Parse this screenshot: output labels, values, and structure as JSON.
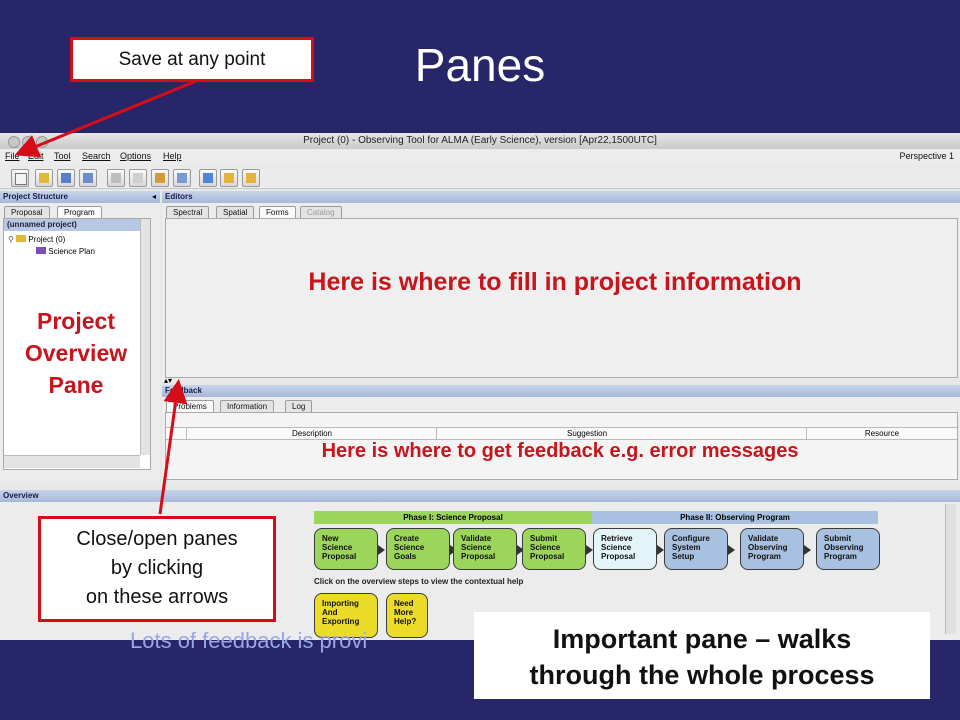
{
  "slide": {
    "title": "Panes",
    "bottom_text": "Lots of feedback is provi"
  },
  "window": {
    "title": "Project (0) - Observing Tool for ALMA (Early Science), version [Apr22,1500UTC]",
    "menu": [
      "File",
      "Edit",
      "Tool",
      "Search",
      "Options",
      "Help"
    ],
    "perspective": "Perspective 1"
  },
  "project_structure": {
    "header": "Project Structure",
    "tabs": [
      "Proposal",
      "Program"
    ],
    "tree_root": "(unnamed project)",
    "tree_items": [
      "Project (0)",
      "Science Plan"
    ]
  },
  "editors": {
    "header": "Editors",
    "tabs": [
      "Spectral",
      "Spatial",
      "Forms",
      "Catalog"
    ]
  },
  "feedback": {
    "header": "Feedback",
    "tabs": [
      "Problems",
      "Information",
      "Log"
    ],
    "columns": [
      "Description",
      "Suggestion",
      "Resource"
    ]
  },
  "overview": {
    "header": "Overview",
    "phase1": "Phase I: Science Proposal",
    "phase2": "Phase II: Observing Program",
    "steps": [
      "New\nScience\nProposal",
      "Create\nScience\nGoals",
      "Validate\nScience\nProposal",
      "Submit\nScience\nProposal",
      "Retrieve\nScience\nProposal",
      "Configure\nSystem\nSetup",
      "Validate\nObserving\nProgram",
      "Submit\nObserving\nProgram"
    ],
    "help_text": "Click on the overview steps to view the contextual help",
    "extra_steps": [
      "Importing\nAnd\nExporting",
      "Need\nMore\nHelp?"
    ]
  },
  "annotations": {
    "save": "Save at any point",
    "project_info": "Here is where to fill in project information",
    "project_overview": "Project\nOverview\nPane",
    "feedback_info": "Here is where to get feedback e.g. error messages",
    "close_open": "Close/open panes\nby clicking\non these arrows",
    "important": "Important pane – walks\nthrough the whole process"
  },
  "colors": {
    "slide_bg": "#262669",
    "callout_border": "#d60d18",
    "annotation_red": "#c8141b",
    "phase1": "#9bd55b",
    "phase2": "#a8c1e0",
    "help_yellow": "#ecdc2a"
  }
}
